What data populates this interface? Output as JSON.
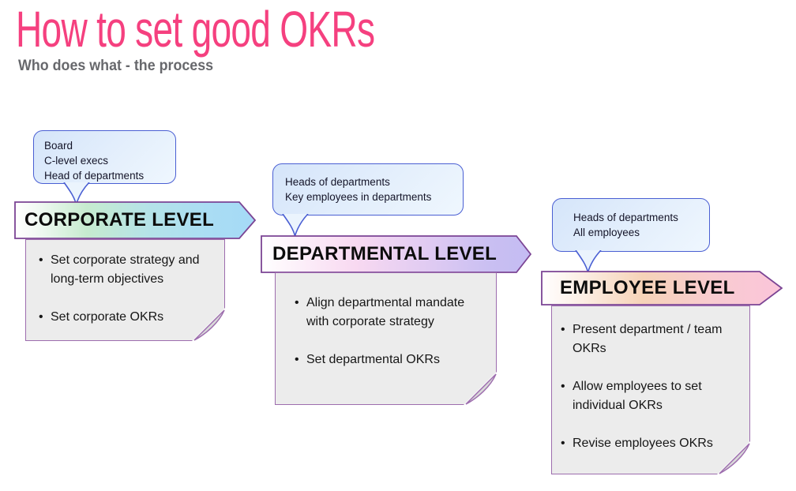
{
  "page": {
    "title": "How to set good OKRs",
    "subtitle": "Who does what - the process"
  },
  "colors": {
    "title_pink": "#f5407f",
    "subtitle_gray": "#67686c",
    "bubble_border_blue": "#4a5fd3",
    "bubble_fill_blue": "#dcebfb",
    "banner_border_purple": "#7b4494",
    "card_border_purple": "#9d6dae",
    "card_bg_gray": "#ececec",
    "banner_corporate_gradient": [
      "#ffffff",
      "#c6ebcf",
      "#b5e3e8",
      "#a5daf6"
    ],
    "banner_departmental_gradient": [
      "#ffffff",
      "#f8d9f1",
      "#e0cbf2",
      "#c4bcf3"
    ],
    "banner_employee_gradient": [
      "#fffefe",
      "#f6d3b8",
      "#f8cbd0",
      "#fbc5da"
    ]
  },
  "groups": [
    {
      "name": "corporate",
      "callout": {
        "lines": [
          "Board",
          "C-level execs",
          "Head of departments"
        ]
      },
      "banner_label": "CORPORATE LEVEL",
      "bullets": [
        "Set corporate strategy and long-term objectives",
        "Set corporate OKRs"
      ]
    },
    {
      "name": "departmental",
      "callout": {
        "lines": [
          "Heads of departments",
          "Key employees in departments"
        ]
      },
      "banner_label": "DEPARTMENTAL LEVEL",
      "bullets": [
        "Align departmental mandate with corporate strategy",
        "Set departmental OKRs"
      ]
    },
    {
      "name": "employee",
      "callout": {
        "lines": [
          "Heads of departments",
          "All employees"
        ]
      },
      "banner_label": "EMPLOYEE LEVEL",
      "bullets": [
        "Present department / team OKRs",
        "Allow employees to set individual OKRs",
        "Revise employees OKRs"
      ]
    }
  ]
}
